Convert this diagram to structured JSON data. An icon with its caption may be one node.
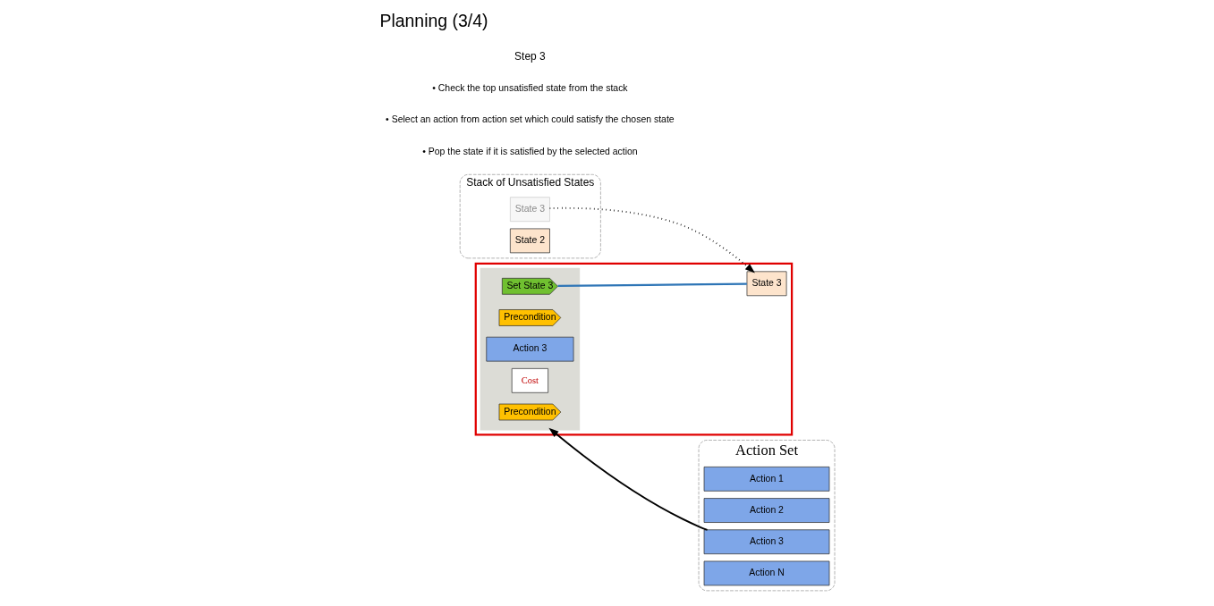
{
  "diagram": {
    "title": "Planning (3/4)",
    "nodes": [
      {
        "text": [
          "Stack of Unsatisfied States"
        ]
      },
      {
        "text": [
          "State 3"
        ],
        "in": 0
      },
      {
        "text": [
          "State 2"
        ],
        "in": 0
      },
      {
        "text": [],
        "shape": "box"
      },
      {
        "text": [],
        "shape": "box",
        "in": 3
      },
      {
        "text": [
          "Precondition"
        ],
        "in": 4
      },
      {
        "text": [
          "Precondition"
        ],
        "in": 4
      },
      {
        "text": [
          "Action 3"
        ],
        "in": 4
      },
      {
        "text": [
          "Cost"
        ],
        "in": 4
      },
      {
        "text": [
          "Set State 3"
        ],
        "in": 4
      },
      {
        "text": [
          "State 3"
        ],
        "in": 3
      },
      {
        "text": [
          "Action Set"
        ]
      },
      {
        "text": [
          "Action 1"
        ],
        "in": 11
      },
      {
        "text": [
          "Action 2"
        ],
        "in": 11
      },
      {
        "text": [
          "Action 3"
        ],
        "in": 11
      },
      {
        "text": [
          "Action N"
        ],
        "in": 11
      }
    ],
    "edges": [
      {
        "from": 14,
        "to": 4,
        "arrow": "to"
      },
      {
        "from": 1,
        "to": 10,
        "arrow": "to",
        "style": "dashed"
      },
      {
        "from": 9,
        "to": 10,
        "arrow": "none",
        "color": "#2e75b6"
      }
    ],
    "labels": [
      "Step 3",
      "• Check the top unsatisfied state from the stack",
      "• Select an action from action set which could satisfy the chosen state",
      "• Pop the state if it is satisfied by the selected action"
    ]
  }
}
